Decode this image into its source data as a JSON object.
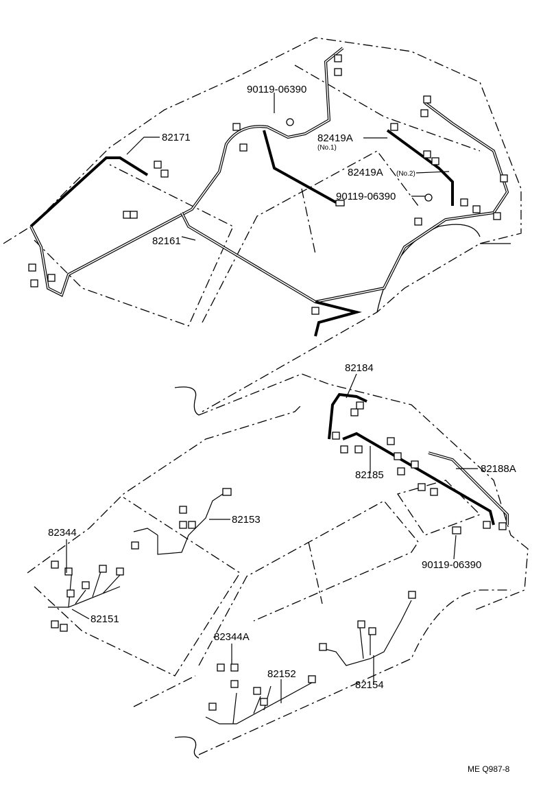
{
  "diagram": {
    "top_view": {
      "labels": [
        {
          "id": "bolt-1",
          "text": "90119-06390"
        },
        {
          "id": "harness-82171",
          "text": "82171"
        },
        {
          "id": "harness-82419a-no1",
          "text": "82419A",
          "note": "(No.1)"
        },
        {
          "id": "harness-82419a-no2",
          "text": "82419A",
          "note": "(No.2)"
        },
        {
          "id": "bolt-2",
          "text": "90119-06390"
        },
        {
          "id": "harness-82161",
          "text": "82161"
        }
      ]
    },
    "bottom_view": {
      "labels": [
        {
          "id": "harness-82184",
          "text": "82184"
        },
        {
          "id": "harness-82188a",
          "text": "82188A"
        },
        {
          "id": "harness-82185",
          "text": "82185"
        },
        {
          "id": "harness-82153",
          "text": "82153"
        },
        {
          "id": "harness-82344",
          "text": "82344"
        },
        {
          "id": "bolt-3",
          "text": "90119-06390"
        },
        {
          "id": "harness-82151",
          "text": "82151"
        },
        {
          "id": "harness-82344a",
          "text": "82344A"
        },
        {
          "id": "harness-82152",
          "text": "82152"
        },
        {
          "id": "harness-82154",
          "text": "82154"
        }
      ]
    },
    "reference_code": "ME Q987-8"
  }
}
